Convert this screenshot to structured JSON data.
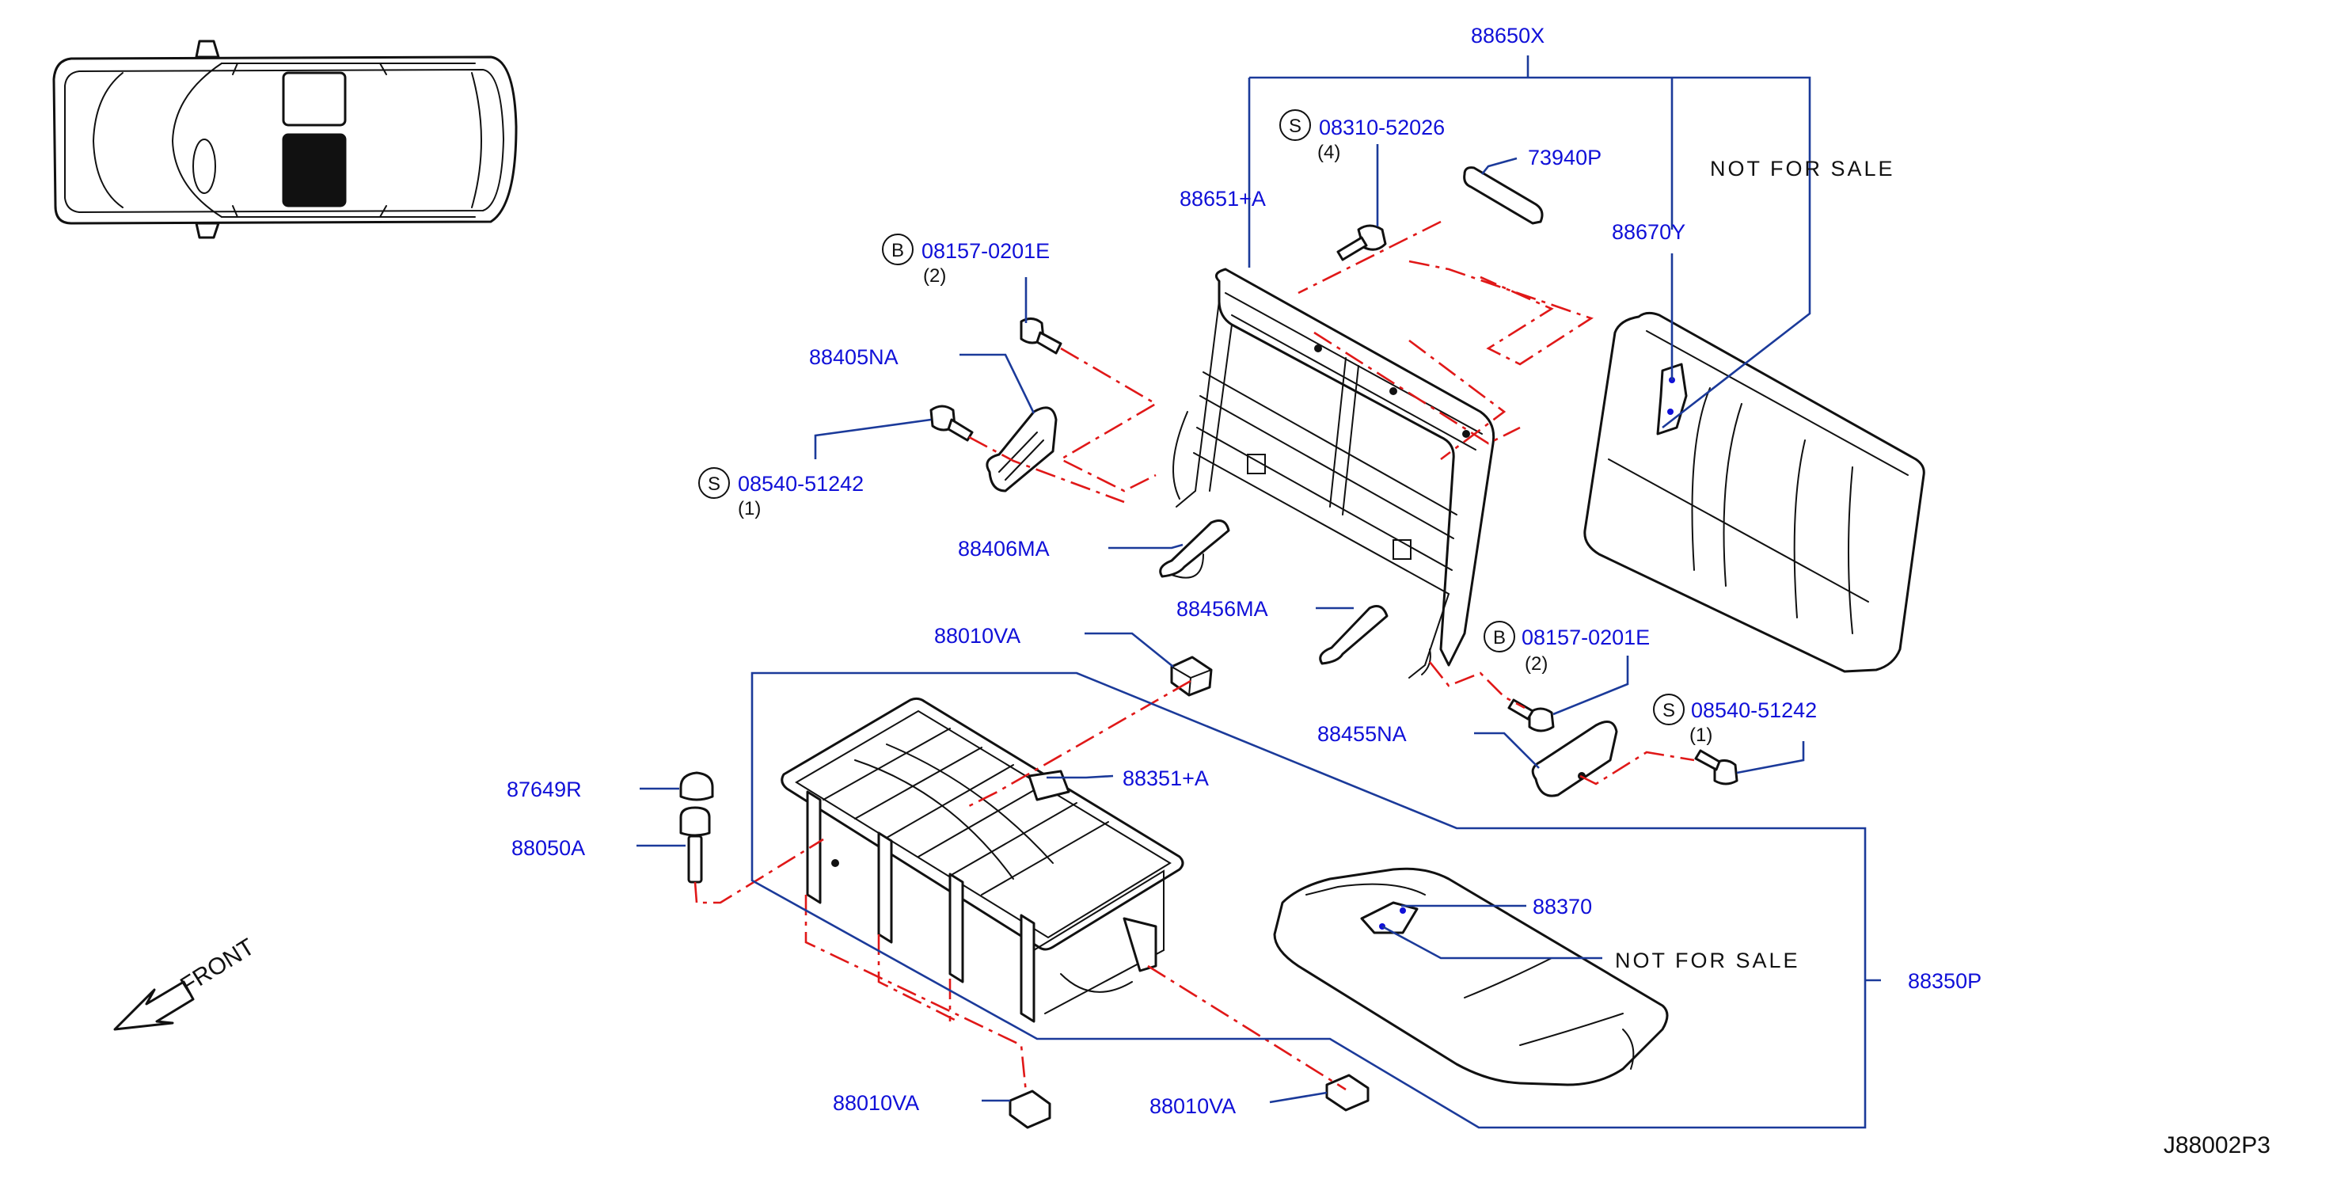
{
  "diagram_id": "J88002P3",
  "front_label": "FRONT",
  "not_for_sale": "NOT   FOR   SALE",
  "callouts": {
    "p88650X": "88650X",
    "p08310_s": "S",
    "p08310": "08310-52026",
    "p08310_qty": "(4)",
    "p73940P": "73940P",
    "p88651A": "88651+A",
    "p08157_b": "B",
    "p08157": "08157-0201E",
    "p08157_qty": "(2)",
    "p88405NA": "88405NA",
    "p08540_s": "S",
    "p08540": "08540-51242",
    "p08540_qty": "(1)",
    "p88670Y": "88670Y",
    "p88406MA": "88406MA",
    "p88456MA": "88456MA",
    "p88010VA_top": "88010VA",
    "p08157b_b": "B",
    "p08157b": "08157-0201E",
    "p08157b_qty": "(2)",
    "p08540b_s": "S",
    "p08540b": "08540-51242",
    "p08540b_qty": "(1)",
    "p88455NA": "88455NA",
    "p87649R": "87649R",
    "p88351A": "88351+A",
    "p88050A": "88050A",
    "p88370": "88370",
    "p88350P": "88350P",
    "p88010VA_bl": "88010VA",
    "p88010VA_br": "88010VA"
  },
  "colors": {
    "part_number": "#1010d8",
    "leader": "#1b3a9a",
    "phantom_line": "#e01818",
    "highlight": "#111111"
  }
}
